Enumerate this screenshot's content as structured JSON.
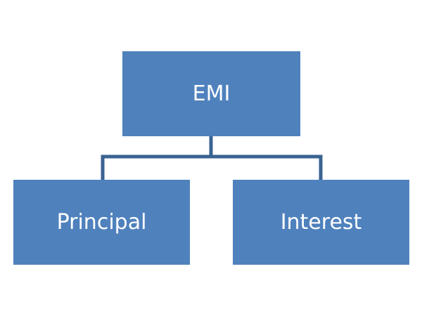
{
  "diagram": {
    "root": {
      "label": "EMI"
    },
    "children": [
      {
        "label": "Principal"
      },
      {
        "label": "Interest"
      }
    ]
  },
  "colors": {
    "node_fill": "#4f81bd",
    "connector": "#3a6392",
    "text": "#ffffff",
    "background": "#ffffff"
  }
}
